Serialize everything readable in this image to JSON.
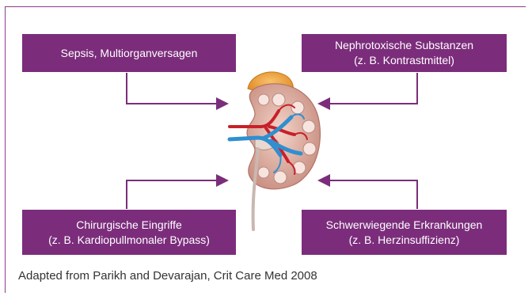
{
  "boxes": {
    "top_left": {
      "line1": "Sepsis, Multiorganversagen"
    },
    "top_right": {
      "line1": "Nephrotoxische Substanzen",
      "line2": "(z. B. Kontrastmittel)"
    },
    "bottom_left": {
      "line1": "Chirurgische Eingriffe",
      "line2": "(z. B. Kardiopullmonaler Bypass)"
    },
    "bottom_right": {
      "line1": "Schwerwiegende Erkrankungen",
      "line2": "(z. B. Herzinsuffizienz)"
    }
  },
  "caption": "Adapted from Parikh and Devarajan, Crit Care Med 2008",
  "colors": {
    "accent": "#7b2d7b",
    "box_text": "#ffffff",
    "kidney": "#d9a89a",
    "artery": "#c8202a",
    "vein": "#2f8fd0"
  },
  "icons": {
    "center_image": "kidney-illustration"
  }
}
